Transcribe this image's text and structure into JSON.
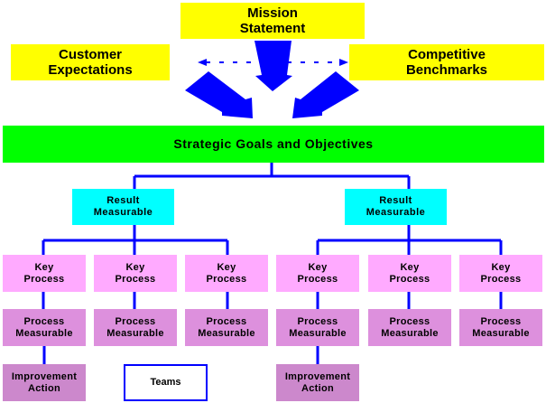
{
  "diagram": {
    "title_nodes": {
      "mission": {
        "line1": "Mission",
        "line2": "Statement"
      },
      "customer": {
        "line1": "Customer",
        "line2": "Expectations"
      },
      "competitive": {
        "line1": "Competitive",
        "line2": "Benchmarks"
      }
    },
    "strategic": {
      "label": "Strategic Goals and Objectives"
    },
    "results": [
      {
        "line1": "Result",
        "line2": "Measurable"
      },
      {
        "line1": "Result",
        "line2": "Measurable"
      }
    ],
    "key_processes": [
      {
        "line1": "Key",
        "line2": "Process"
      },
      {
        "line1": "Key",
        "line2": "Process"
      },
      {
        "line1": "Key",
        "line2": "Process"
      },
      {
        "line1": "Key",
        "line2": "Process"
      },
      {
        "line1": "Key",
        "line2": "Process"
      },
      {
        "line1": "Key",
        "line2": "Process"
      }
    ],
    "process_measurables": [
      {
        "line1": "Process",
        "line2": "Measurable"
      },
      {
        "line1": "Process",
        "line2": "Measurable"
      },
      {
        "line1": "Process",
        "line2": "Measurable"
      },
      {
        "line1": "Process",
        "line2": "Measurable"
      },
      {
        "line1": "Process",
        "line2": "Measurable"
      },
      {
        "line1": "Process",
        "line2": "Measurable"
      }
    ],
    "improvements": [
      {
        "line1": "Improvement",
        "line2": "Action"
      },
      {
        "line1": "Improvement",
        "line2": "Action"
      }
    ],
    "teams": {
      "label": "Teams"
    },
    "colors": {
      "yellow": "#ffff00",
      "green": "#00ff00",
      "cyan": "#00ffff",
      "pink": "#ffaaff",
      "mauve": "#dd90dd",
      "purple": "#cc88cc",
      "connector": "#0000ff"
    }
  }
}
